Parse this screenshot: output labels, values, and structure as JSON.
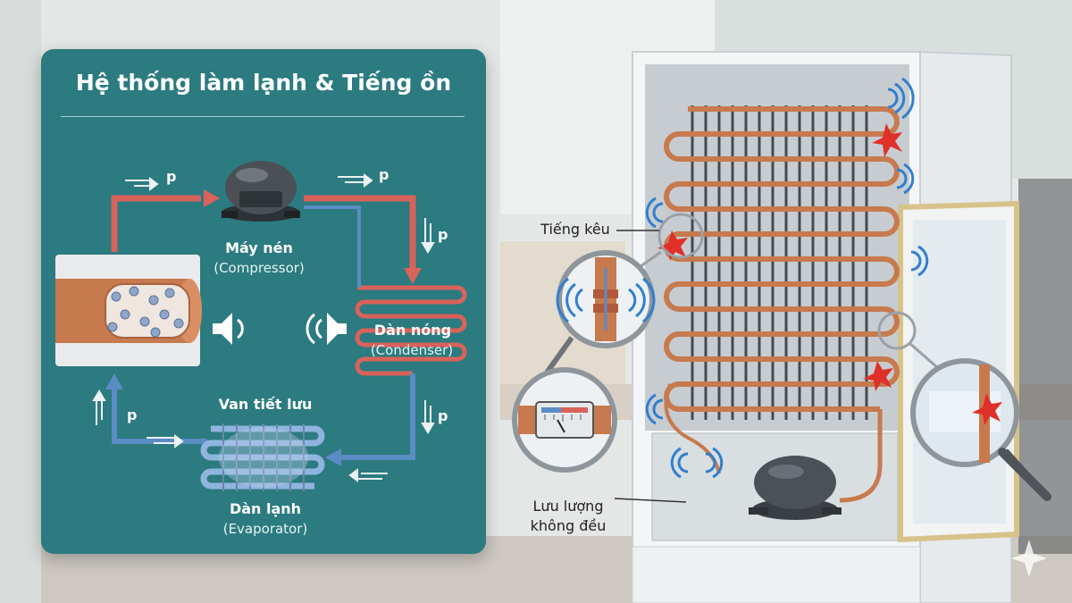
{
  "panel": {
    "title": "Hệ thống làm lạnh & Tiếng ồn"
  },
  "components": {
    "compressor": {
      "name": "Máy nén",
      "subtitle": "(Compressor)"
    },
    "condenser": {
      "name": "Dàn nóng",
      "subtitle": "(Condenser)"
    },
    "expansion_valve": {
      "name": "Van tiết lưu"
    },
    "evaporator": {
      "name": "Dàn lạnh",
      "subtitle": "(Evaporator)"
    }
  },
  "pressure_labels": [
    "p",
    "p",
    "p",
    "p",
    "p"
  ],
  "callouts": {
    "noise": "Tiếng kêu",
    "flow_line1": "Lưu lượng",
    "flow_line2": "không đều"
  },
  "colors": {
    "panel": "#2b7b80",
    "hot_line": "#d9625a",
    "cold_line": "#5b8cc4",
    "copper": "#c77a4e",
    "alert": "#e0302a",
    "sound_wave": "#2f7fd0"
  },
  "icons": [
    "speaker-icon",
    "speaker-icon",
    "sound-wave-icon",
    "magnifier-icon",
    "gauge-icon",
    "spark-icon"
  ]
}
